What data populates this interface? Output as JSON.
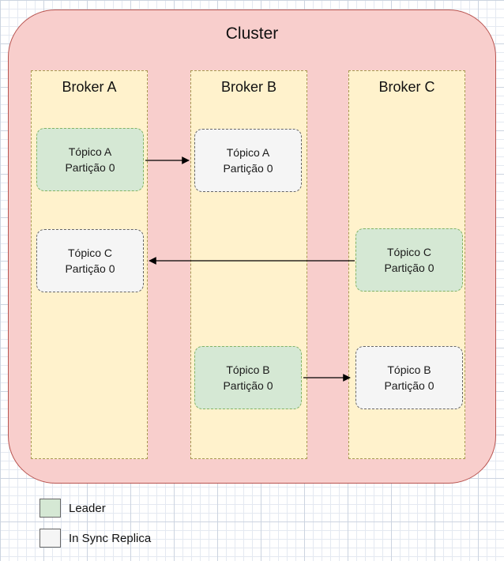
{
  "cluster": {
    "title": "Cluster",
    "brokers": [
      {
        "name": "Broker A"
      },
      {
        "name": "Broker B"
      },
      {
        "name": "Broker C"
      }
    ],
    "nodes": [
      {
        "topic": "Tópico A",
        "partition": "Partição 0",
        "role": "leader",
        "broker": "Broker A"
      },
      {
        "topic": "Tópico A",
        "partition": "Partição 0",
        "role": "replica",
        "broker": "Broker B"
      },
      {
        "topic": "Tópico C",
        "partition": "Partição 0",
        "role": "replica",
        "broker": "Broker A"
      },
      {
        "topic": "Tópico C",
        "partition": "Partição 0",
        "role": "leader",
        "broker": "Broker C"
      },
      {
        "topic": "Tópico B",
        "partition": "Partição 0",
        "role": "leader",
        "broker": "Broker B"
      },
      {
        "topic": "Tópico B",
        "partition": "Partição 0",
        "role": "replica",
        "broker": "Broker C"
      }
    ],
    "arrows": [
      {
        "from": "Tópico A leader (Broker A)",
        "to": "Tópico A replica (Broker B)",
        "direction": "right"
      },
      {
        "from": "Tópico C leader (Broker C)",
        "to": "Tópico C replica (Broker A)",
        "direction": "left"
      },
      {
        "from": "Tópico B leader (Broker B)",
        "to": "Tópico B replica (Broker C)",
        "direction": "right"
      }
    ]
  },
  "legend": {
    "items": [
      {
        "label": "Leader",
        "swatch_color": "#d5e8d4"
      },
      {
        "label": "In Sync Replica",
        "swatch_color": "#f5f5f5"
      }
    ]
  },
  "colors": {
    "cluster_fill": "#f8cecc",
    "cluster_border": "#b85450",
    "broker_fill": "#fff2cc",
    "leader_fill": "#d5e8d4",
    "leader_border": "#82b366",
    "replica_fill": "#f5f5f5",
    "replica_border": "#666666",
    "arrow": "#000000"
  }
}
